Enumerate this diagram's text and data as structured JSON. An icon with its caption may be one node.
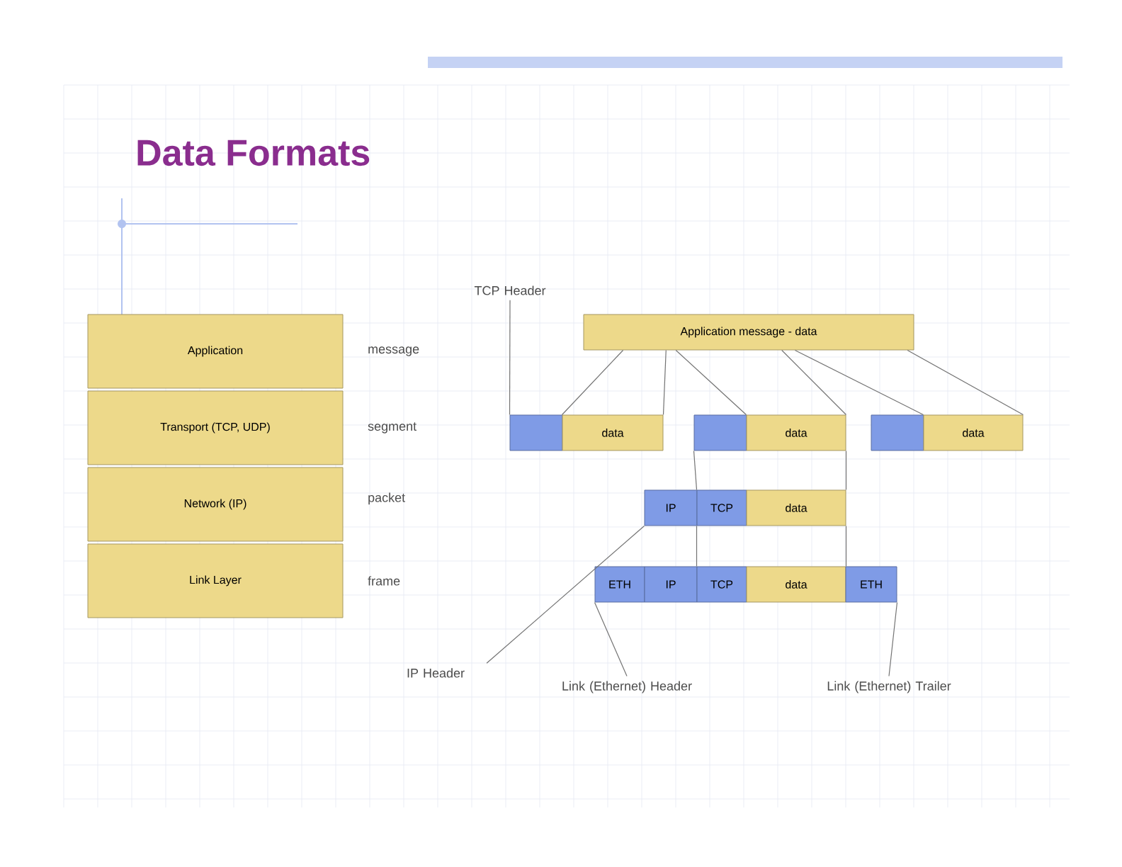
{
  "diagram": {
    "title": "Data Formats",
    "nodes": [
      {
        "text": [
          "Application"
        ]
      },
      {
        "text": [
          "Transport (TCP, UDP)"
        ]
      },
      {
        "text": [
          "Network (IP)"
        ]
      },
      {
        "text": [
          "Link Layer"
        ]
      },
      {
        "text": [
          "TCP Header"
        ]
      },
      {
        "text": [
          "Application message - data"
        ]
      },
      {
        "text": [],
        "shape": "box"
      },
      {
        "text": [
          "data"
        ]
      },
      {
        "text": [],
        "shape": "box"
      },
      {
        "text": [
          "data"
        ]
      },
      {
        "text": [],
        "shape": "box"
      },
      {
        "text": [
          "data"
        ]
      },
      {
        "text": [
          "IP"
        ]
      },
      {
        "text": [
          "TCP"
        ]
      },
      {
        "text": [
          "data"
        ]
      },
      {
        "text": [
          "ETH"
        ]
      },
      {
        "text": [
          "IP"
        ]
      },
      {
        "text": [
          "TCP"
        ]
      },
      {
        "text": [
          "data"
        ]
      },
      {
        "text": [
          "ETH"
        ]
      },
      {
        "text": [
          "IP Header"
        ]
      },
      {
        "text": [
          "Link (Ethernet) Header"
        ]
      },
      {
        "text": [
          "Link (Ethernet) Trailer"
        ]
      }
    ],
    "edges": [
      {
        "from": 4,
        "to": 6,
        "arrow": "none"
      },
      {
        "from": 5,
        "to": 7,
        "arrow": "none"
      },
      {
        "from": 5,
        "to": 7,
        "arrow": "none"
      },
      {
        "from": 5,
        "to": 9,
        "arrow": "none"
      },
      {
        "from": 5,
        "to": 9,
        "arrow": "none"
      },
      {
        "from": 5,
        "to": 11,
        "arrow": "none"
      },
      {
        "from": 5,
        "to": 11,
        "arrow": "none"
      },
      {
        "from": 8,
        "to": 13,
        "arrow": "none"
      },
      {
        "from": 9,
        "to": 14,
        "arrow": "none"
      },
      {
        "from": 13,
        "to": 17,
        "arrow": "none"
      },
      {
        "from": 14,
        "to": 18,
        "arrow": "none"
      },
      {
        "from": 20,
        "to": 12,
        "arrow": "none"
      },
      {
        "from": 21,
        "to": 15,
        "arrow": "none"
      },
      {
        "from": 22,
        "to": 19,
        "arrow": "none"
      }
    ],
    "labels": [
      "message",
      "segment",
      "packet",
      "frame"
    ]
  }
}
